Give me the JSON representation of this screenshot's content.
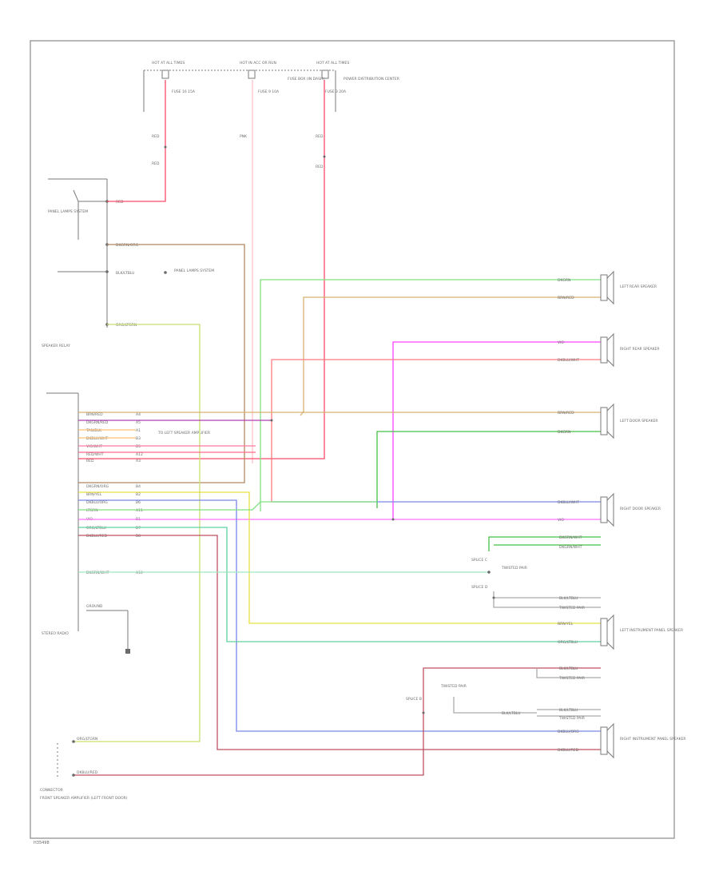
{
  "figure_code": "H35498",
  "colors": {
    "red": "#ff4a6a",
    "pink": "#ff9aa6",
    "tan": "#d8b070",
    "brown": "#b08860",
    "green": "#7fe07f",
    "dkgreen": "#44c044",
    "yellow": "#e8e040",
    "violet": "#b040b0",
    "magenta": "#ff40ff",
    "blue": "#7a86e8",
    "ltgreen": "#a0e8c0",
    "maroon": "#c05060",
    "gray": "#aaaaaa"
  },
  "top_fuses": [
    {
      "id": "f1",
      "name": "HOT AT ALL TIMES",
      "sub": "FUSE 16\n15A",
      "code": "RED"
    },
    {
      "id": "f2",
      "name": "HOT IN ACC OR RUN",
      "sub": "FUSE 9\n10A",
      "code": "PNK"
    },
    {
      "id": "f3",
      "name": "HOT AT ALL TIMES",
      "sub": "FUSE 3\n20A",
      "code": "RED"
    }
  ],
  "fuse_notes": [
    "FUSE BOX (IN DASH)",
    "POWER DISTRIBUTION CENTER"
  ],
  "wire_labels": {
    "red_top1": "RED",
    "red_top2": "RED",
    "red_top3": "RED",
    "red_top4": "RED",
    "pnk_top": "PNK",
    "relay_red": "RED"
  },
  "components": {
    "speaker_relay": "SPEAKER RELAY",
    "stereo_radio": "STEREO RADIO",
    "front_speaker_amp": "FRONT SPEAKER AMPLIFIER",
    "left_rear_spk": "LEFT REAR SPEAKER",
    "right_rear_spk": "RIGHT REAR SPEAKER",
    "left_door_spk": "LEFT DOOR SPEAKER",
    "right_door_spk": "RIGHT DOOR SPEAKER",
    "left_inst_spk": "LEFT INSTRUMENT PANEL SPEAKER",
    "right_inst_spk": "RIGHT INSTRUMENT PANEL SPEAKER",
    "radio_ground": "GROUND",
    "panel_lamps": "PANEL LAMPS SYSTEM",
    "connector": "CONNECTOR",
    "amp_connector": "TO LEFT SPEAKER AMPLIFIER",
    "front_spk_note": "FRONT SPEAKER\nAMPLIFIER\n(LEFT FRONT\nDOOR)",
    "splice_left": "SPLICE\nC",
    "splice_right": "SPLICE\nD",
    "splice_front": "SPLICE\nB",
    "splice_twisted": "TWISTED\nPAIR"
  },
  "radio_pins": [
    {
      "label": "BRN/RED",
      "pin": "A4"
    },
    {
      "label": "DKGRN/RED",
      "pin": "A5"
    },
    {
      "label": "TAN/BLK",
      "pin": "A1"
    },
    {
      "label": "DKBLU/WHT",
      "pin": "B3"
    },
    {
      "label": "VIO/WHT",
      "pin": "B5"
    },
    {
      "label": "RED/WHT",
      "pin": "A12"
    },
    {
      "label": "RED",
      "pin": "A3"
    },
    {
      "label": "DKGRN/ORG",
      "pin": "B4"
    },
    {
      "label": "BRN/YEL",
      "pin": "B2"
    },
    {
      "label": "DKBLU/ORG",
      "pin": "B6"
    },
    {
      "label": "LTGRN",
      "pin": "A11"
    },
    {
      "label": "VIO",
      "pin": "B1"
    },
    {
      "label": "ORG/LTBLU",
      "pin": "B7"
    },
    {
      "label": "DKBLU/RED",
      "pin": "B8"
    },
    {
      "label": "DKGRN/WHT",
      "pin": "A10"
    }
  ],
  "relay_pins": [
    "DKGRN/ORG",
    "BLK/LTBLU",
    "ORG/LTGRN"
  ],
  "speaker_wires": {
    "lr_a": "DKGRN",
    "lr_b": "BRN/RED",
    "rr_a": "VIO",
    "rr_b": "DKBLU/WHT",
    "ld_a": "BRN/RED",
    "ld_b": "DKGRN",
    "rd_a": "DKBLU/WHT",
    "rd_b": "VIO",
    "li_a": "BRN/YEL",
    "li_b": "ORG/LTBLU",
    "ri_a": "DKBLU/ORG",
    "ri_b": "DKBLU/RED"
  },
  "twisted_labels": [
    "DKGRN/WHT",
    "DKGRN/WHT",
    "TWISTED PAIR",
    "BLK/LTBLU",
    "TWISTED PAIR"
  ]
}
